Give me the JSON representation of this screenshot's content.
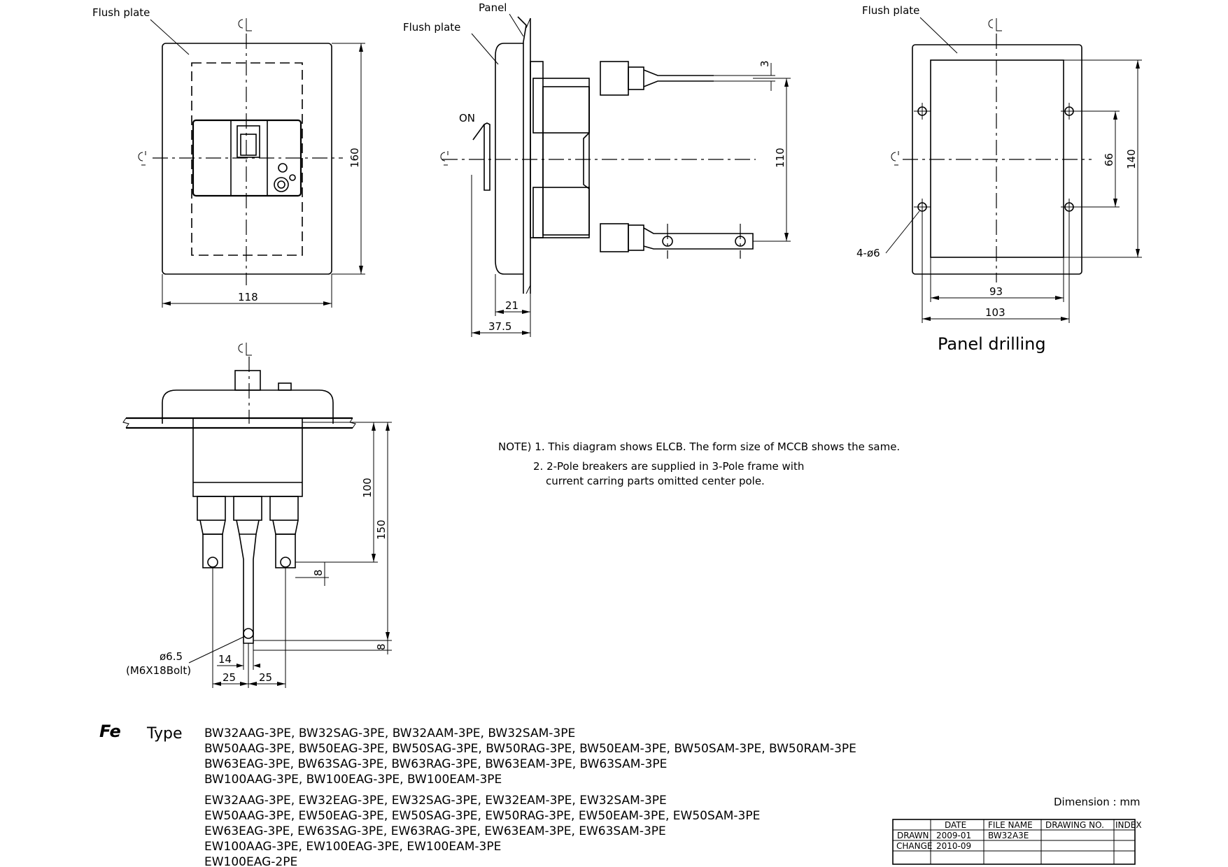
{
  "labels": {
    "flush_plate_front": "Flush plate",
    "flush_plate_side": "Flush plate",
    "flush_plate_drilling": "Flush plate",
    "panel": "Panel",
    "on": "ON",
    "panel_drilling_title": "Panel drilling",
    "hole_spec": "4-ø6",
    "bolt_hole": "ø6.5",
    "bolt_spec": "(M6X18Bolt)",
    "centerline": "CL"
  },
  "dimensions": {
    "front_width": "118",
    "front_height": "160",
    "side_depth_total": "37.5",
    "side_depth_plate": "21",
    "side_terminal_pitch": "110",
    "side_terminal_thickness": "3",
    "drill_pitch_h": "93",
    "drill_width": "103",
    "drill_pitch_v": "66",
    "drill_height": "140",
    "bottom_depth_100": "100",
    "bottom_depth_150": "150",
    "bottom_8_upper": "8",
    "bottom_8_lower": "8",
    "bottom_14": "14",
    "bottom_25_left": "25",
    "bottom_25_right": "25"
  },
  "notes": {
    "line1": "NOTE) 1. This diagram shows ELCB. The form size of MCCB shows the same.",
    "line2": "2. 2-Pole breakers are supplied in 3-Pole frame with",
    "line3": "current carring parts omitted center pole."
  },
  "types": {
    "logo": "Fe",
    "label": "Type",
    "bw_lines": [
      "BW32AAG-3PE, BW32SAG-3PE, BW32AAM-3PE, BW32SAM-3PE",
      "BW50AAG-3PE, BW50EAG-3PE, BW50SAG-3PE, BW50RAG-3PE, BW50EAM-3PE, BW50SAM-3PE, BW50RAM-3PE",
      "BW63EAG-3PE, BW63SAG-3PE, BW63RAG-3PE, BW63EAM-3PE, BW63SAM-3PE",
      "BW100AAG-3PE, BW100EAG-3PE, BW100EAM-3PE"
    ],
    "ew_lines": [
      "EW32AAG-3PE, EW32EAG-3PE, EW32SAG-3PE, EW32EAM-3PE, EW32SAM-3PE",
      "EW50AAG-3PE, EW50EAG-3PE, EW50SAG-3PE, EW50RAG-3PE, EW50EAM-3PE, EW50SAM-3PE",
      "EW63EAG-3PE, EW63SAG-3PE, EW63RAG-3PE, EW63EAM-3PE, EW63SAM-3PE",
      "EW100AAG-3PE, EW100EAG-3PE, EW100EAM-3PE",
      "EW100EAG-2PE"
    ]
  },
  "title_block": {
    "dimension_unit": "Dimension : mm",
    "headers": [
      "DATE",
      "FILE NAME",
      "DRAWING NO.",
      "INDEX"
    ],
    "rows": [
      {
        "label": "DRAWN",
        "date": "2009-01",
        "file": "BW32A3E"
      },
      {
        "label": "CHANGE",
        "date": "2010-09",
        "file": ""
      }
    ]
  }
}
